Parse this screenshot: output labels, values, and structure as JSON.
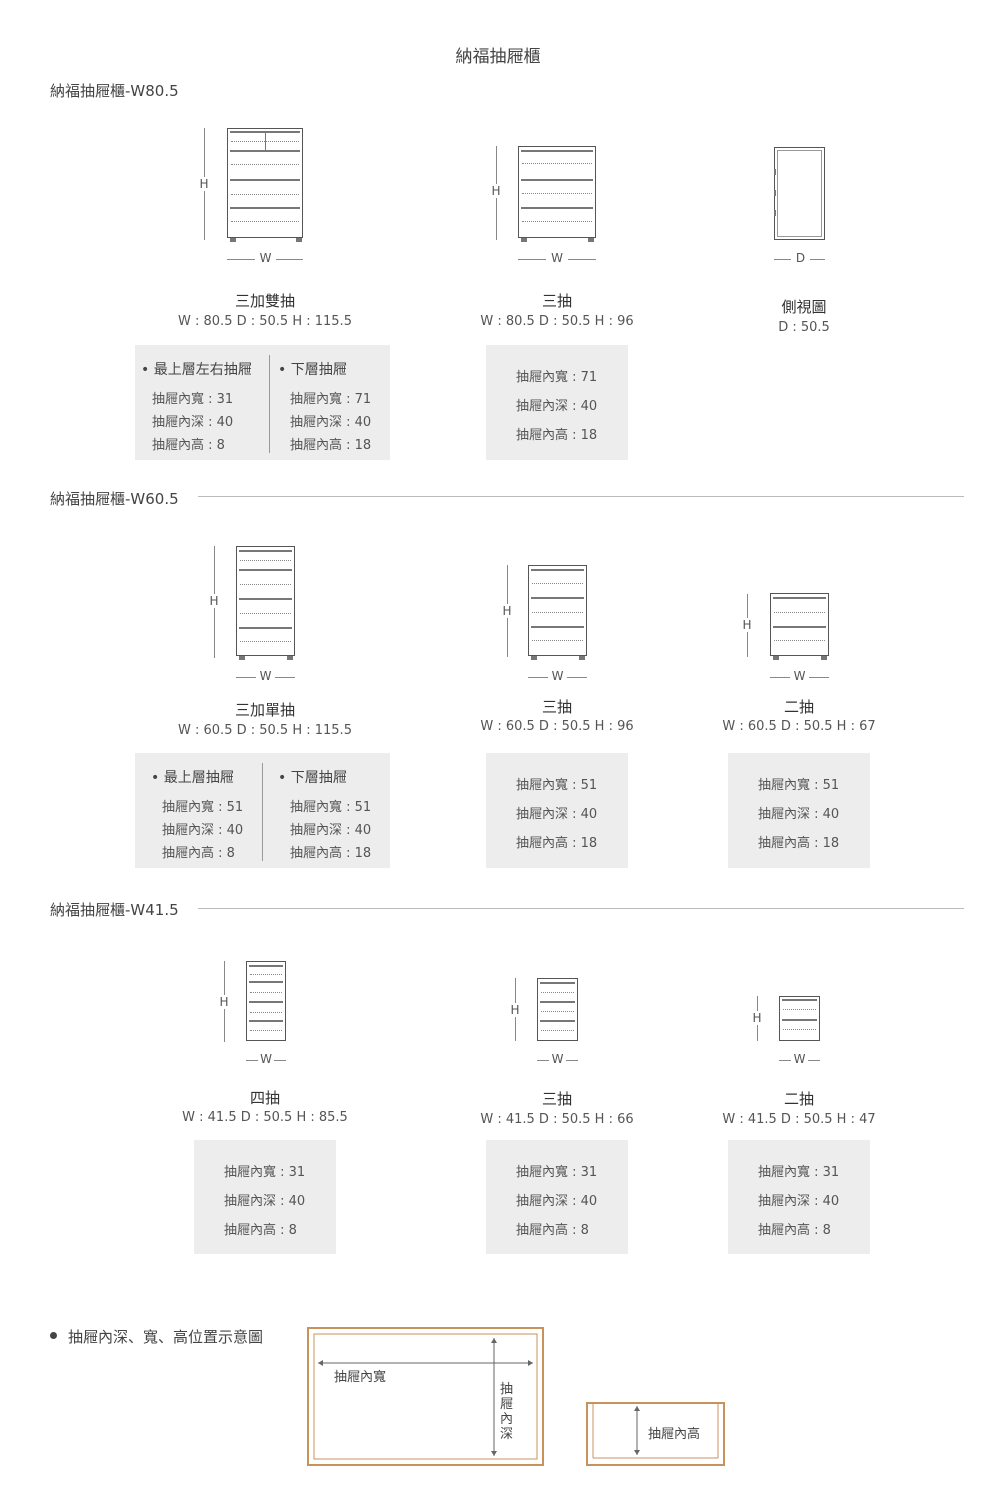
{
  "title": "納福抽屜櫃",
  "sections": [
    {
      "title": "納福抽屜櫃-W80.5",
      "items": [
        {
          "name": "三加雙抽",
          "spec": "W : 80.5  D : 50.5  H : 115.5",
          "box_left": {
            "head": "• 最上層左右抽屜",
            "lines": [
              "抽屜內寬 : 31",
              "抽屜內深 : 40",
              "抽屜內高 : 8"
            ]
          },
          "box_right": {
            "head": "• 下層抽屜",
            "lines": [
              "抽屜內寬 : 71",
              "抽屜內深 : 40",
              "抽屜內高 : 18"
            ]
          }
        },
        {
          "name": "三抽",
          "spec": "W : 80.5  D : 50.5  H : 96",
          "lines": [
            "抽屜內寬 : 71",
            "抽屜內深 : 40",
            "抽屜內高 : 18"
          ]
        },
        {
          "name": "側視圖",
          "spec": "D : 50.5"
        }
      ]
    },
    {
      "title": "納福抽屜櫃-W60.5",
      "items": [
        {
          "name": "三加單抽",
          "spec": "W : 60.5  D : 50.5  H : 115.5",
          "box_left": {
            "head": "• 最上層抽屜",
            "lines": [
              "抽屜內寬 : 51",
              "抽屜內深 : 40",
              "抽屜內高 : 8"
            ]
          },
          "box_right": {
            "head": "• 下層抽屜",
            "lines": [
              "抽屜內寬 : 51",
              "抽屜內深 : 40",
              "抽屜內高 : 18"
            ]
          }
        },
        {
          "name": "三抽",
          "spec": "W : 60.5  D : 50.5  H : 96",
          "lines": [
            "抽屜內寬 : 51",
            "抽屜內深 : 40",
            "抽屜內高 : 18"
          ]
        },
        {
          "name": "二抽",
          "spec": "W : 60.5  D : 50.5  H : 67",
          "lines": [
            "抽屜內寬 : 51",
            "抽屜內深 : 40",
            "抽屜內高 : 18"
          ]
        }
      ]
    },
    {
      "title": "納福抽屜櫃-W41.5",
      "items": [
        {
          "name": "四抽",
          "spec": "W : 41.5  D : 50.5  H : 85.5",
          "lines": [
            "抽屜內寬 : 31",
            "抽屜內深 : 40",
            "抽屜內高 : 8"
          ]
        },
        {
          "name": "三抽",
          "spec": "W : 41.5  D : 50.5  H : 66",
          "lines": [
            "抽屜內寬 : 31",
            "抽屜內深 : 40",
            "抽屜內高 : 8"
          ]
        },
        {
          "name": "二抽",
          "spec": "W : 41.5  D : 50.5  H : 47",
          "lines": [
            "抽屜內寬 : 31",
            "抽屜內深 : 40",
            "抽屜內高 : 8"
          ]
        }
      ]
    }
  ],
  "dims": {
    "h": "H",
    "w": "W",
    "d": "D"
  },
  "legend": {
    "title": "抽屜內深、寬、高位置示意圖",
    "width_label": "抽屜內寬",
    "depth_label": "抽屜內深",
    "height_label": "抽屜內高"
  },
  "colors": {
    "wood": "#c8935a",
    "box_bg": "#ededed"
  }
}
